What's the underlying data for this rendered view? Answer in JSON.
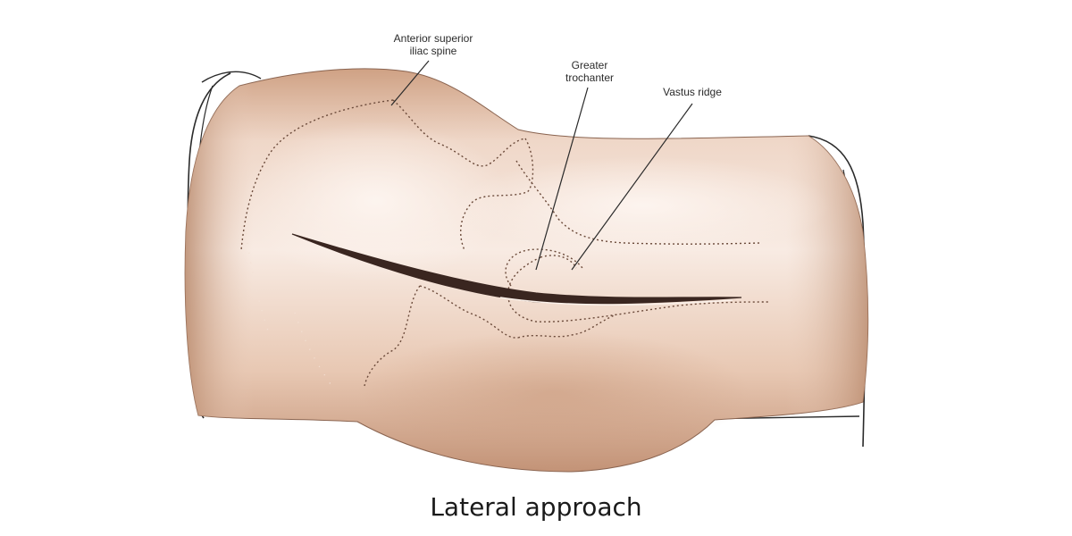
{
  "labels": {
    "asis_line1": "Anterior superior",
    "asis_line2": "iliac spine",
    "gt_line1": "Greater",
    "gt_line2": "trochanter",
    "vastus_ridge": "Vastus ridge"
  },
  "caption": "Lateral approach",
  "colors": {
    "skin_light": "#f6e6dc",
    "skin_mid": "#dcb59a",
    "skin_dark": "#b88a6c",
    "outline": "#2a2a2a",
    "dotted": "#6b4a3a",
    "incision": "#3a2620"
  }
}
